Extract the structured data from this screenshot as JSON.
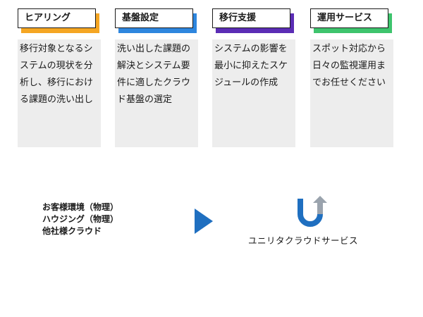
{
  "steps": [
    {
      "label": "ヒアリング",
      "color": "#f5a623",
      "desc": "移行対象となるシステムの現状を分析し、移行における課題の洗い出し"
    },
    {
      "label": "基盤設定",
      "color": "#2e86de",
      "desc": "洗い出した課題の解決とシステム要件に適したクラウド基盤の選定"
    },
    {
      "label": "移行支援",
      "color": "#5b2db5",
      "desc": "システムの影響を最小に抑えたスケジュールの作成"
    },
    {
      "label": "運用サービス",
      "color": "#3ec46d",
      "desc": "スポット対応から日々の監視運用までお任せください"
    }
  ],
  "environments": [
    "お客様環境（物理）",
    "ハウジング（物理）",
    "他社様クラウド"
  ],
  "logo_text": "ユニリタクラウドサービス",
  "colors": {
    "arrow": "#1f6fc0",
    "logo_blue": "#1f6fc0",
    "logo_grey": "#9aa3ad"
  }
}
